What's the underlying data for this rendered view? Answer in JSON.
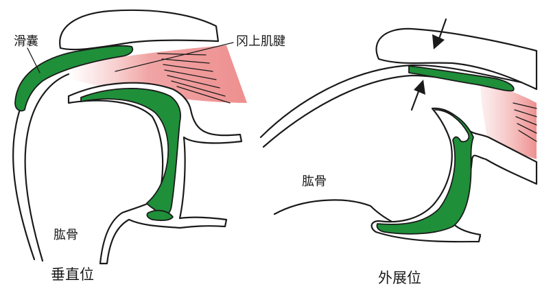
{
  "labels": {
    "bursa": "滑囊",
    "supraspinatus_tendon": "冈上肌腱",
    "humerus_left": "肱骨",
    "vertical_position": "垂直位",
    "humerus_right": "肱骨",
    "abduction_position": "外展位"
  },
  "colors": {
    "cartilage": "#1f8f3a",
    "muscle": "#ef9a9a",
    "outline": "#1a1a1a"
  }
}
